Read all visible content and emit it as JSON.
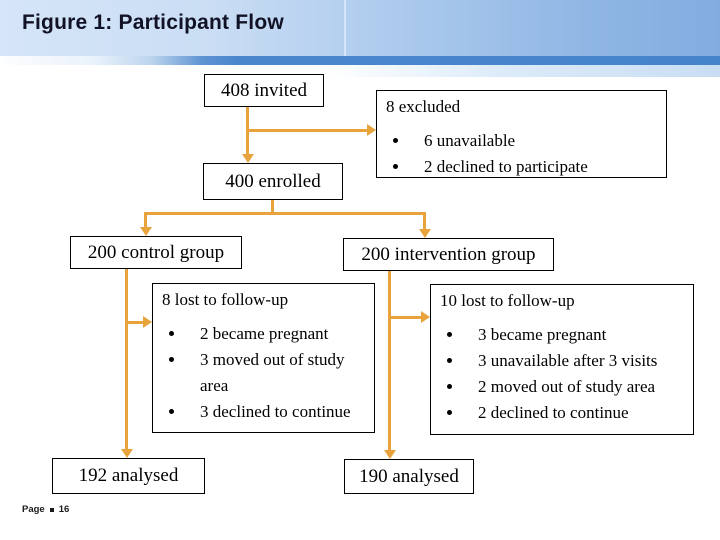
{
  "slide": {
    "title": "Figure 1: Participant Flow",
    "footer": {
      "label": "Page",
      "number": "16"
    }
  },
  "colors": {
    "connector": "#E8A33C",
    "bar_blue": "#4a86cc",
    "title_text": "#121226",
    "box_border": "#000000",
    "box_bg": "#ffffff",
    "header_gradient_left": "#d6e5f8",
    "header_gradient_right": "#83ade0"
  },
  "flow": {
    "invited": {
      "label": "408 invited"
    },
    "excluded": {
      "title": "8 excluded",
      "bullets": [
        "6 unavailable",
        "2 declined to participate"
      ]
    },
    "enrolled": {
      "label": "400 enrolled"
    },
    "control": {
      "label": "200 control group"
    },
    "intervention": {
      "label": "200 intervention group"
    },
    "lost_control": {
      "title": "8 lost to follow-up",
      "bullets": [
        "2 became pregnant",
        "3 moved out of study area",
        "3 declined to continue"
      ]
    },
    "lost_intervention": {
      "title": "10 lost to follow-up",
      "bullets": [
        "3 became pregnant",
        "3 unavailable after 3 visits",
        "2 moved out of study area",
        "2 declined to continue"
      ]
    },
    "analysed_control": {
      "label": "192 analysed"
    },
    "analysed_intervention": {
      "label": "190 analysed"
    }
  }
}
